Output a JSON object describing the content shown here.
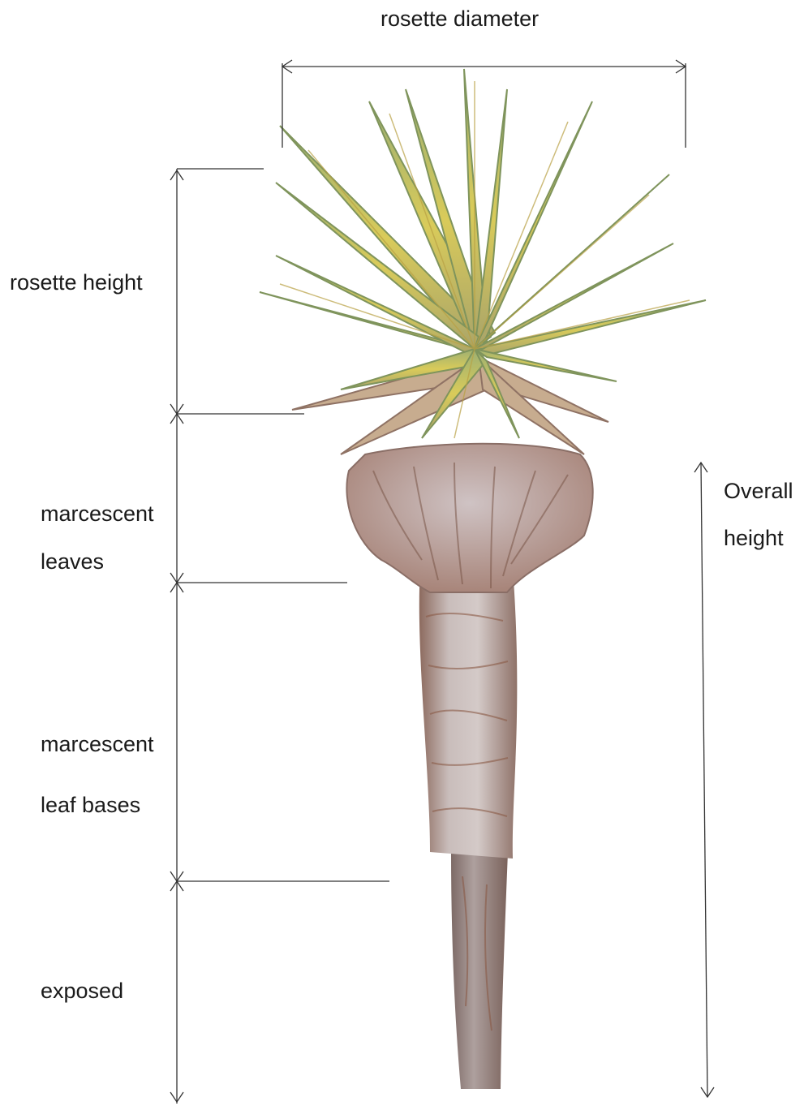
{
  "labels": {
    "rosette_diameter": "rosette diameter",
    "rosette_height": "rosette height",
    "marcescent_leaves_line1": "marcescent",
    "marcescent_leaves_line2": "leaves",
    "marcescent_leaf_bases_line1": "marcescent",
    "marcescent_leaf_bases_line2": "leaf bases",
    "exposed": "exposed",
    "overall_height_line1": "Overall",
    "overall_height_line2": "height"
  },
  "colors": {
    "background": "#ffffff",
    "measure_line": "#333333",
    "leaf_green": "#9cab6b",
    "leaf_yellow": "#e2cf52",
    "dead_leaf": "#b89a8a",
    "stem": "#b8a9a7",
    "stem_bark": "#8a5a46"
  },
  "illustration": {
    "subject": "plant-rosette-on-stem-drawing"
  }
}
